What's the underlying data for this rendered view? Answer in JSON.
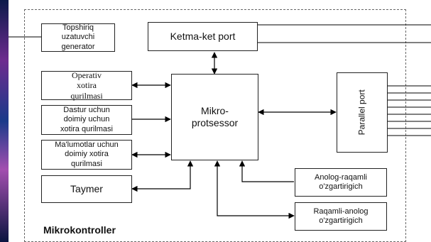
{
  "diagram": {
    "container_label": "Mikrokontroller",
    "blocks": {
      "task_generator": "Topshiriq\nuzatuvchi\ngenerator",
      "serial_port": "Ketma-ket port",
      "ram": "Operativ\nxotira\nqurilmasi",
      "program_rom": "Dastur uchun\ndoimiy uchun\nxotira qurilmasi",
      "data_rom": "Ma'lumotlar uchun\ndoimiy xotira\nqurilmasi",
      "timer": "Taymer",
      "cpu": "Mikro-\nprotsessor",
      "parallel_port": "Parallel port",
      "adc": "Anolog-raqamli\no'zgartirigich",
      "dac": "Raqamli-anolog\no'zgartirigich"
    }
  }
}
